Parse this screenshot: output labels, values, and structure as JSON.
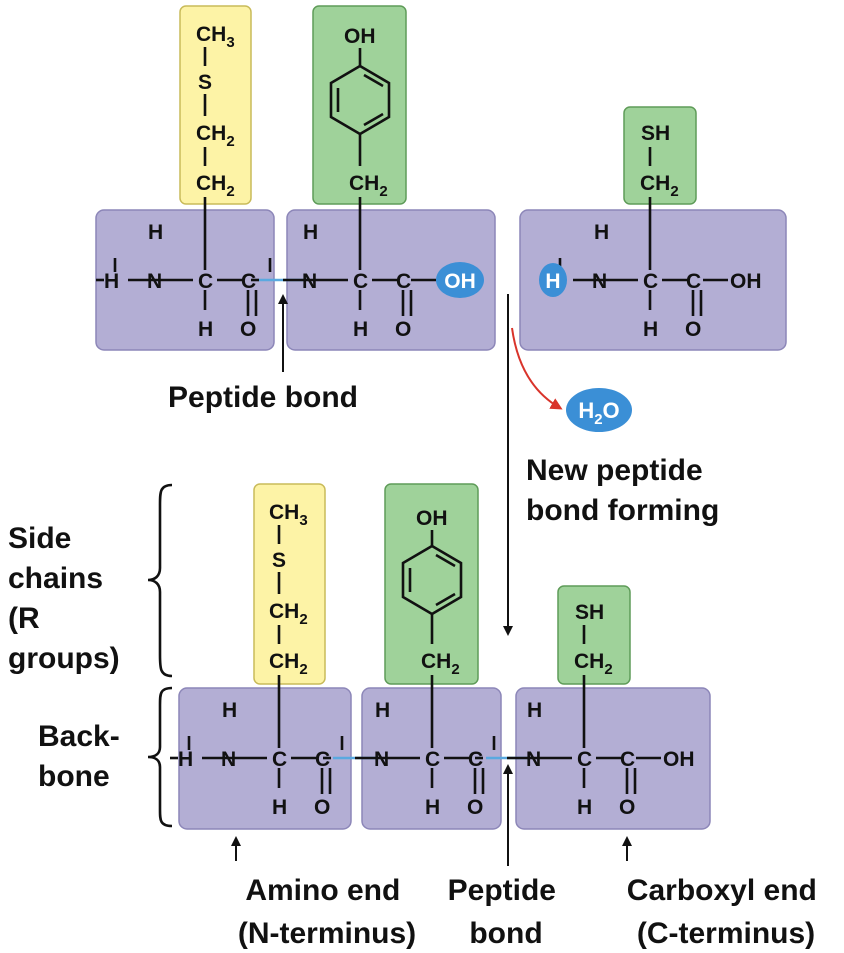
{
  "atoms": {
    "H": "H",
    "N": "N",
    "C": "C",
    "O": "O",
    "S": "S",
    "OH": "OH",
    "SH": "SH",
    "CH": "CH",
    "two": "2",
    "three": "3"
  },
  "water": {
    "H": "H",
    "sub": "2",
    "O": "O"
  },
  "labels": {
    "peptide_bond_top": "Peptide bond",
    "new_bond_line1": "New peptide",
    "new_bond_line2": "bond forming",
    "side_chains_1": "Side",
    "side_chains_2": "chains",
    "side_chains_3": "(R",
    "side_chains_4": "groups)",
    "backbone_1": "Back-",
    "backbone_2": "bone",
    "amino_end_1": "Amino end",
    "amino_end_2": "(N-terminus)",
    "peptide_bond_bottom_1": "Peptide",
    "peptide_bond_bottom_2": "bond",
    "carboxyl_end_1": "Carboxyl end",
    "carboxyl_end_2": "(C-terminus)"
  },
  "colors": {
    "backbone_box": "#b3aed4",
    "methionine_side_chain": "#fdf3a6",
    "tyrosine_side_chain": "#9fd29a",
    "cysteine_side_chain": "#9fd29a",
    "peptide_bond_line": "#5aa9e0",
    "water_oval": "#3b8fd6",
    "reaction_arrow": "#d9342b"
  }
}
